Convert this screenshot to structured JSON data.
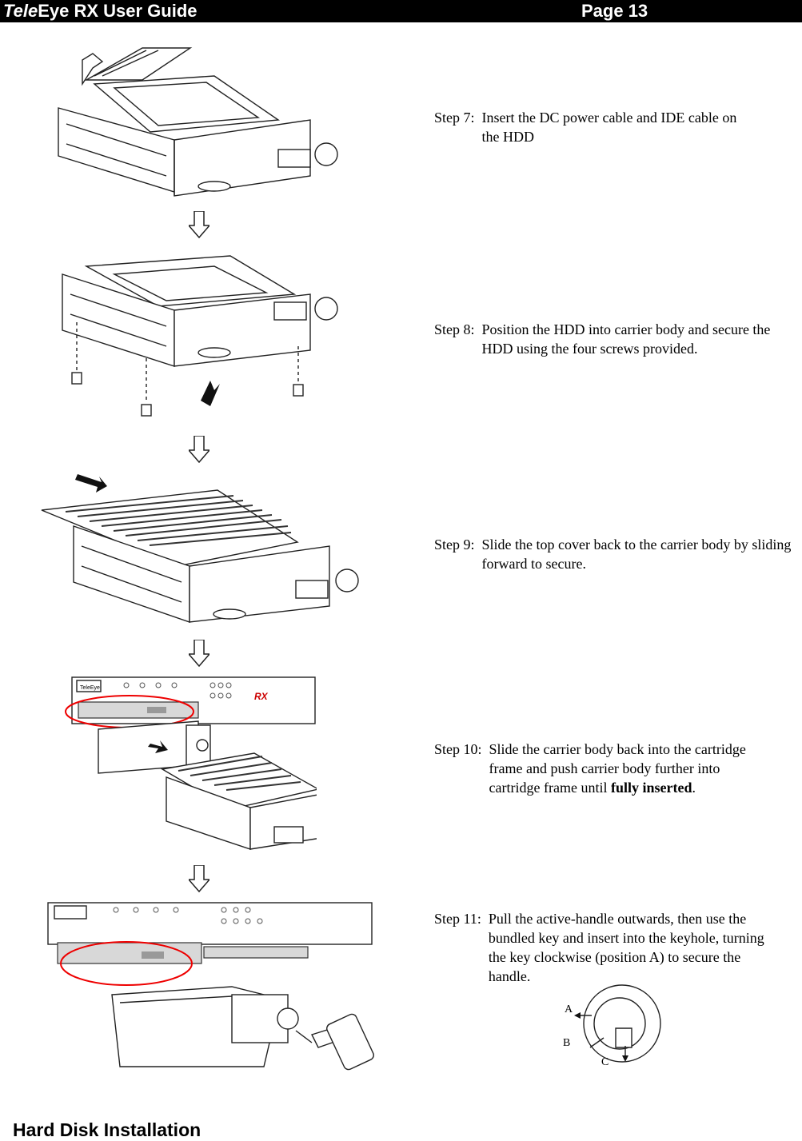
{
  "header": {
    "brand_italic": "Tele",
    "brand_rest": "Eye RX User Guide",
    "page_label": "Page  13"
  },
  "steps": [
    {
      "label": "Step 7:  ",
      "text": "Insert the DC power cable and IDE cable on the HDD"
    },
    {
      "label": "Step 8:  ",
      "text": "Position the HDD into carrier body and secure the HDD using the four screws provided."
    },
    {
      "label": "Step 9:  ",
      "text": "Slide the top cover back to the carrier body by sliding forward to secure."
    },
    {
      "label": "Step 10:  ",
      "text_before": "Slide the carrier body back into the cartridge frame and push carrier body further into cartridge frame until ",
      "text_bold": "fully inserted",
      "text_after": "."
    },
    {
      "label": "Step 11:  ",
      "text": "Pull the active-handle outwards, then use the bundled key and insert into the keyhole, turning the key clockwise (position A) to secure the handle."
    }
  ],
  "key_diagram": {
    "labels": [
      "A",
      "B",
      "C"
    ]
  },
  "panel": {
    "logo_text": "TeleEye",
    "model_text": "RX"
  },
  "footer": {
    "title": "Hard Disk Installation"
  }
}
